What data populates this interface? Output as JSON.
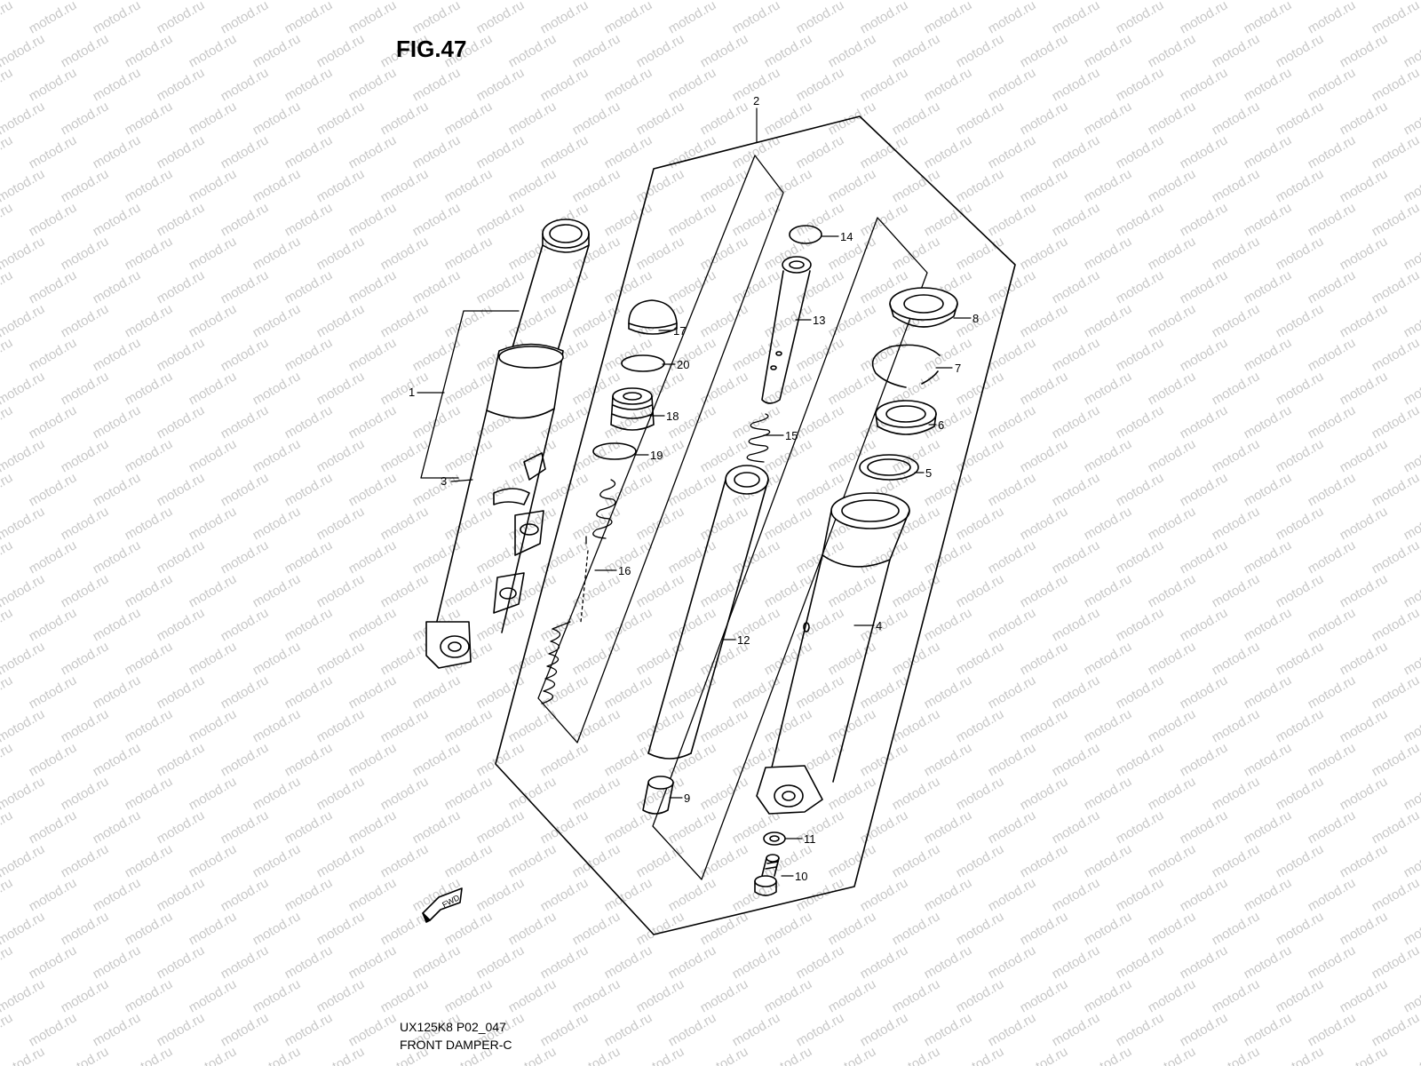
{
  "figure": {
    "title": "FIG.47",
    "code": "UX125K8 P02_047",
    "name": "FRONT DAMPER-C",
    "watermark": "motod.ru",
    "fwd_label": "FWD"
  },
  "callouts": [
    "1",
    "2",
    "3",
    "4",
    "5",
    "6",
    "7",
    "8",
    "9",
    "10",
    "11",
    "12",
    "13",
    "14",
    "15",
    "16",
    "17",
    "18",
    "19",
    "20"
  ],
  "colors": {
    "line": "#000000",
    "watermark": "#c8c8c8",
    "background": "#ffffff"
  }
}
